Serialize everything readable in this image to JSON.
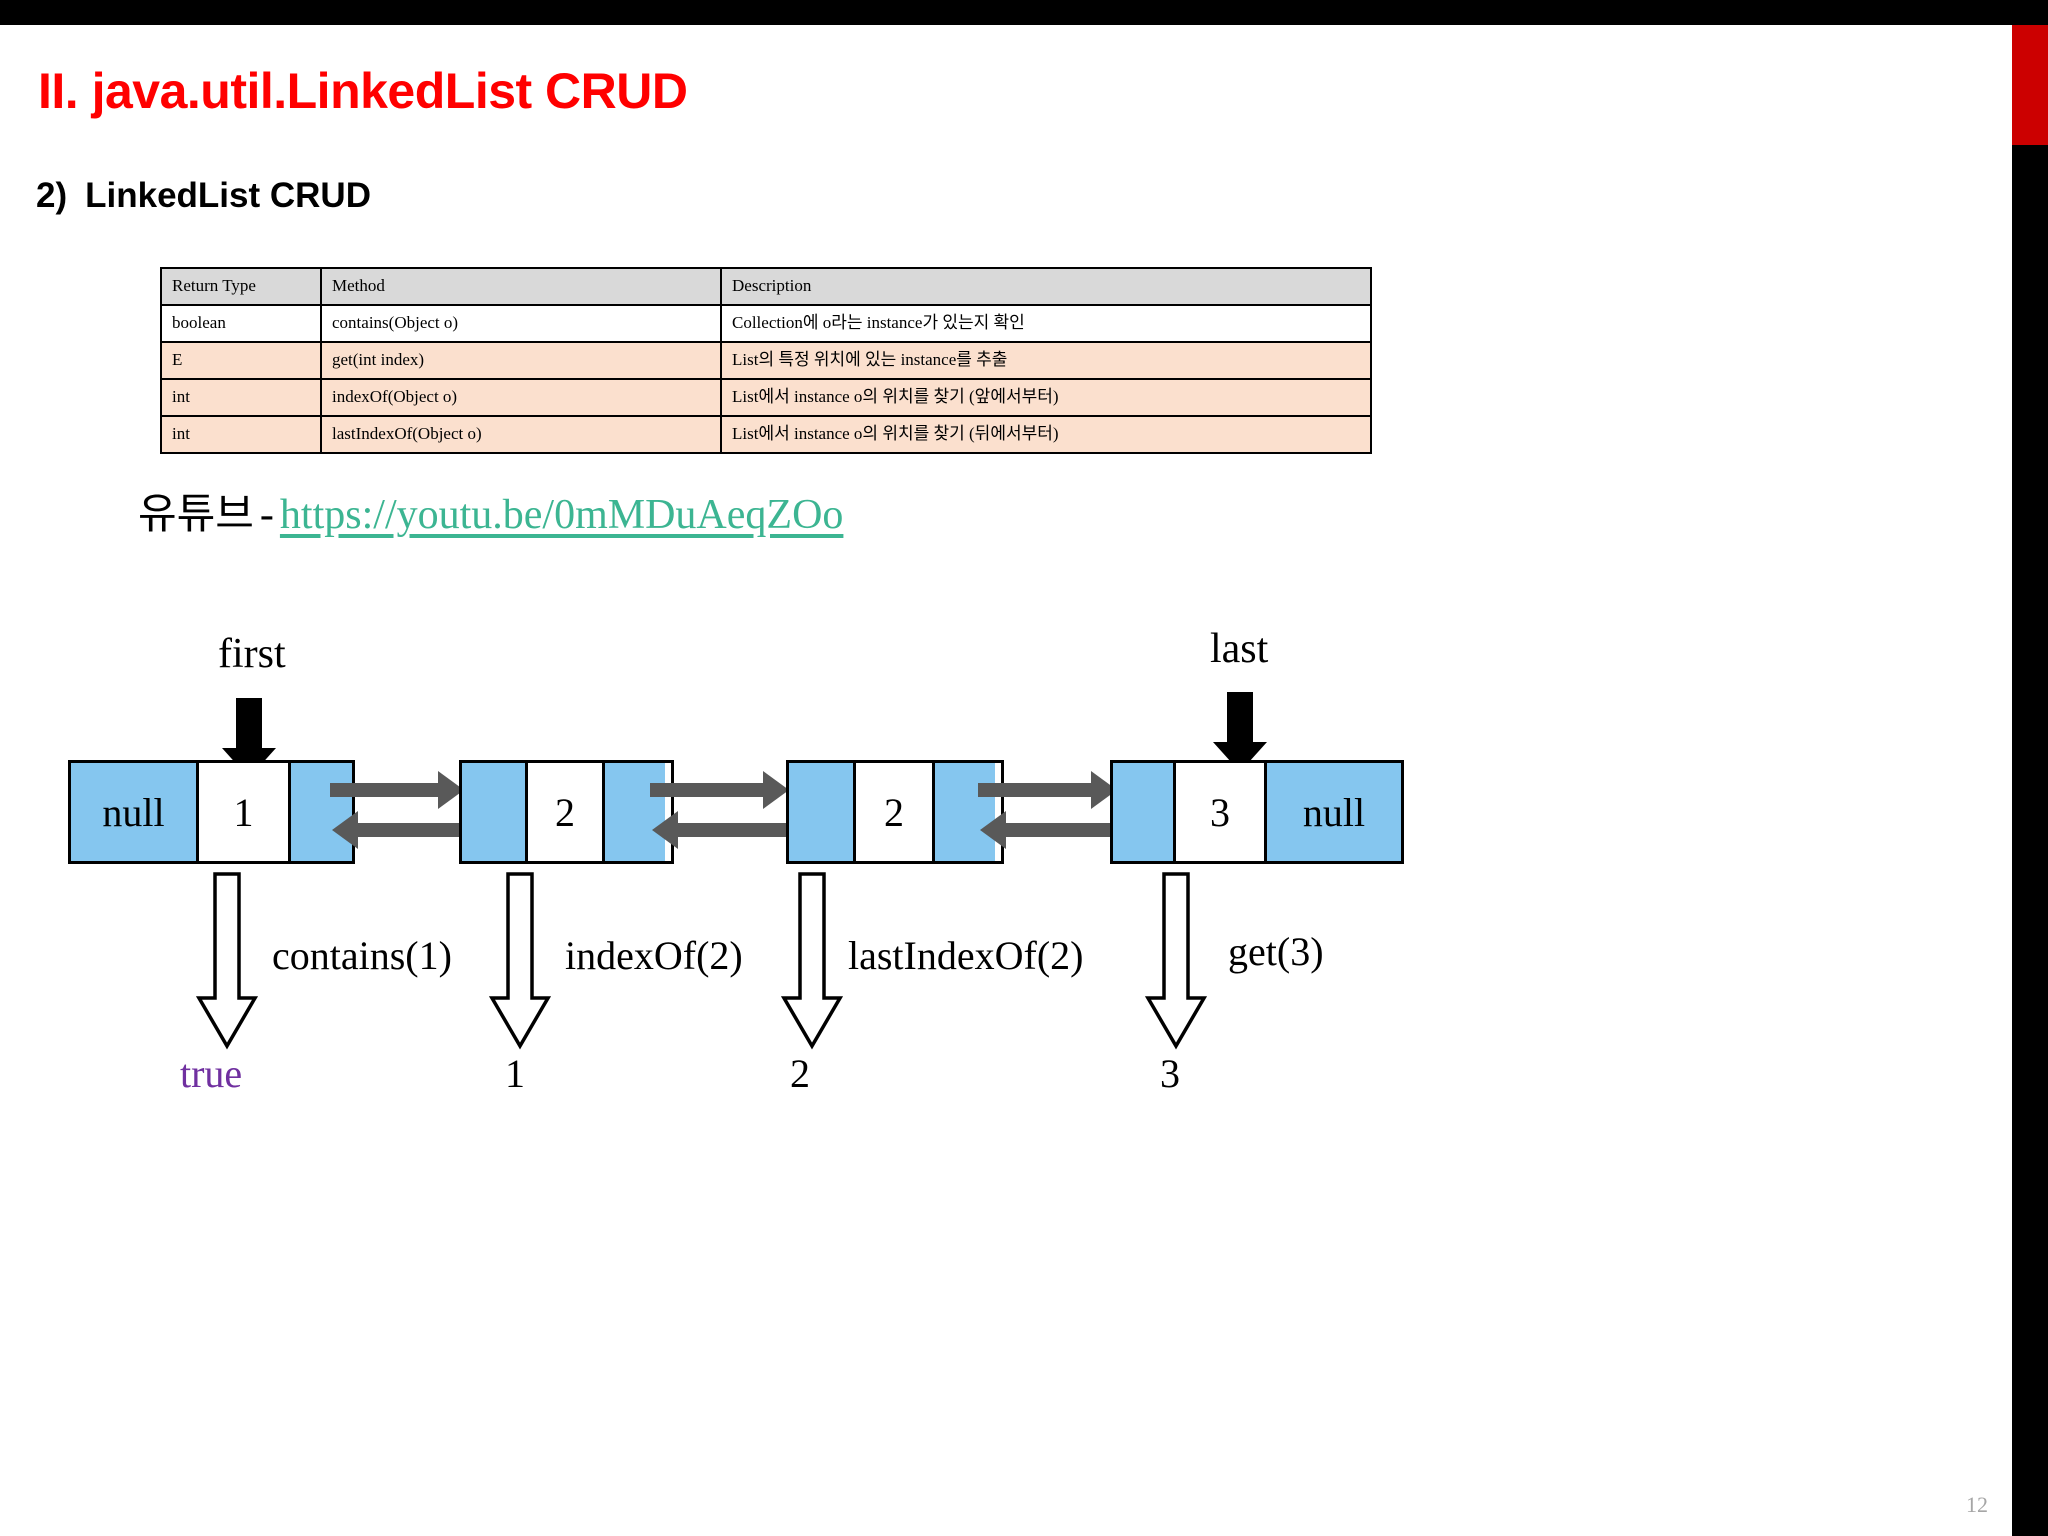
{
  "slide": {
    "title": "II. java.util.LinkedList CRUD",
    "section_number": "2)",
    "section_title": "LinkedList CRUD",
    "page_number": "12",
    "accent_red": "#ff0000",
    "bar_red": "#cc0000",
    "link_green": "#3cb592",
    "node_link_blue": "#85c6ef",
    "row_tint": "#fbe0ce",
    "header_grey": "#d9d9d9",
    "connector_grey": "#595959",
    "result_purple": "#7030a0"
  },
  "method_table": {
    "headers": [
      "Return Type",
      "Method",
      "Description"
    ],
    "rows": [
      {
        "return_type": "boolean",
        "method": "contains(Object o)",
        "description": "Collection에 o라는 instance가 있는지 확인",
        "tint": false
      },
      {
        "return_type": "E",
        "method": "get(int index)",
        "description": "List의 특정 위치에 있는 instance를 추출",
        "tint": true
      },
      {
        "return_type": "int",
        "method": "indexOf(Object o)",
        "description": "List에서 instance o의 위치를 찾기 (앞에서부터)",
        "tint": true
      },
      {
        "return_type": "int",
        "method": "lastIndexOf(Object o)",
        "description": "List에서 instance o의 위치를 찾기 (뒤에서부터)",
        "tint": true
      }
    ]
  },
  "youtube": {
    "label": "유튜브",
    "separator": "-",
    "url": "https://youtu.be/0mMDuAeqZOo"
  },
  "diagram": {
    "pointers": [
      {
        "name": "first",
        "label": "first"
      },
      {
        "name": "last",
        "label": "last"
      }
    ],
    "nodes": [
      {
        "prev": "null",
        "value": "1",
        "next": ""
      },
      {
        "prev": "",
        "value": "2",
        "next": ""
      },
      {
        "prev": "",
        "value": "2",
        "next": ""
      },
      {
        "prev": "",
        "value": "3",
        "next": "null"
      }
    ],
    "operations": [
      {
        "call": "contains(1)",
        "result": "true",
        "result_accent": true
      },
      {
        "call": "indexOf(2)",
        "result": "1",
        "result_accent": false
      },
      {
        "call": "lastIndexOf(2)",
        "result": "2",
        "result_accent": false
      },
      {
        "call": "get(3)",
        "result": "3",
        "result_accent": false
      }
    ]
  }
}
